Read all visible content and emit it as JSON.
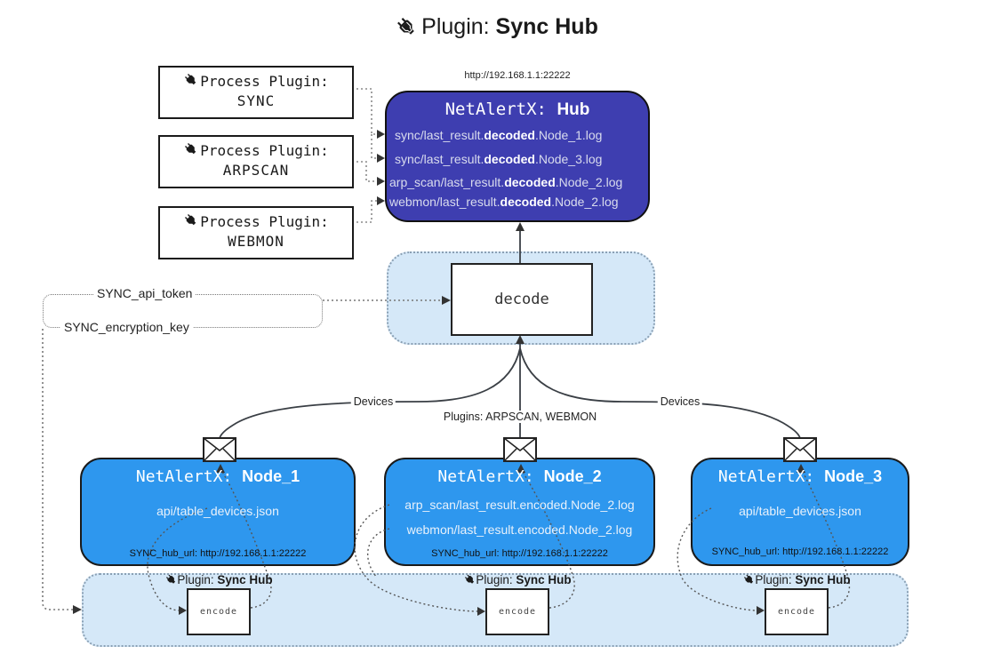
{
  "title": {
    "icon": "plug-icon",
    "prefix": "Plugin: ",
    "name": "Sync Hub"
  },
  "process_plugins": [
    {
      "label": "Process Plugin:",
      "name": "SYNC"
    },
    {
      "label": "Process Plugin:",
      "name": "ARPSCAN"
    },
    {
      "label": "Process Plugin:",
      "name": "WEBMON"
    }
  ],
  "hub": {
    "url": "http://192.168.1.1:22222",
    "title_prefix": "NetAlertX: ",
    "title_name": "Hub",
    "logs": [
      {
        "pre": "sync/last_result.",
        "bold": "decoded",
        "post": ".Node_1.log"
      },
      {
        "pre": "sync/last_result.",
        "bold": "decoded",
        "post": ".Node_3.log"
      },
      {
        "pre": "arp_scan/last_result.",
        "bold": "decoded",
        "post": ".Node_2.log"
      },
      {
        "pre": "webmon/last_result.",
        "bold": "decoded",
        "post": ".Node_2.log"
      }
    ]
  },
  "decode_label": "decode",
  "tokens": {
    "api_token": "SYNC_api_token",
    "encryption_key": "SYNC_encryption_key"
  },
  "edge_labels": {
    "devices_left": "Devices",
    "devices_right": "Devices",
    "plugins_middle": "Plugins: ARPSCAN, WEBMON"
  },
  "nodes": [
    {
      "title_prefix": "NetAlertX: ",
      "title_name": "Node_1",
      "lines": [
        "api/table_devices.json"
      ],
      "hub_url": "SYNC_hub_url: http://192.168.1.1:22222"
    },
    {
      "title_prefix": "NetAlertX: ",
      "title_name": "Node_2",
      "lines": [
        "arp_scan/last_result.encoded.Node_2.log",
        "webmon/last_result.encoded.Node_2.log"
      ],
      "hub_url": "SYNC_hub_url: http://192.168.1.1:22222"
    },
    {
      "title_prefix": "NetAlertX: ",
      "title_name": "Node_3",
      "lines": [
        "api/table_devices.json"
      ],
      "hub_url": "SYNC_hub_url: http://192.168.1.1:22222"
    }
  ],
  "encode_section": {
    "plugin_prefix": "Plugin: ",
    "plugin_name": "Sync Hub",
    "encode_label": "encode"
  },
  "colors": {
    "hub_fill": "#3e3eb0",
    "node_fill": "#2e97ee",
    "band_fill": "#d5e8f8",
    "band_border": "#8aa0b4",
    "line_dark": "#333333"
  }
}
